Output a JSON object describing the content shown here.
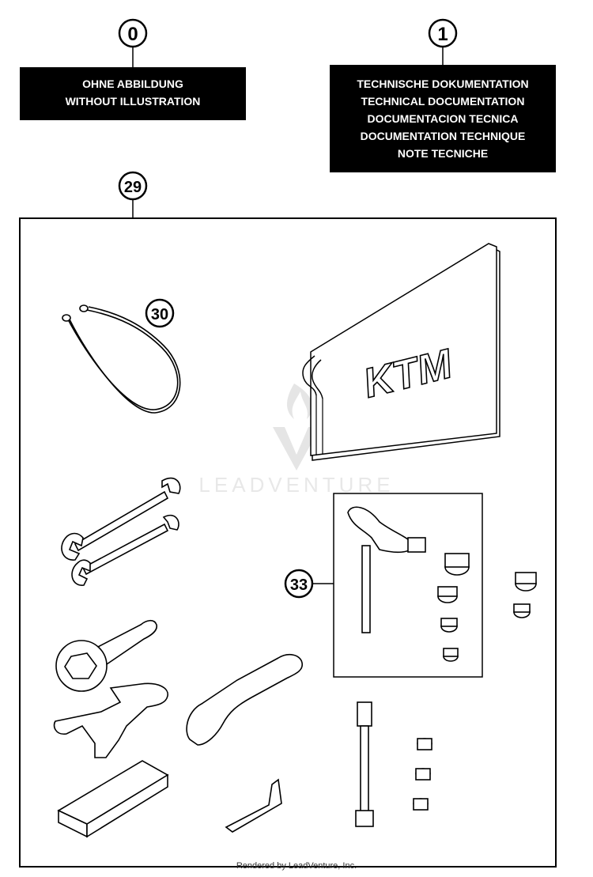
{
  "callouts": {
    "c0": "0",
    "c1": "1",
    "c29": "29",
    "c30": "30",
    "c33": "33"
  },
  "label_box_0": {
    "lines": [
      "OHNE ABBILDUNG",
      "WITHOUT ILLUSTRATION"
    ]
  },
  "label_box_1": {
    "lines": [
      "TECHNISCHE DOKUMENTATION",
      "TECHNICAL DOCUMENTATION",
      "DOCUMENTACION TECNICA",
      "DOCUMENTATION TECHNIQUE",
      "NOTE TECNICHE"
    ]
  },
  "bag_logo": "KTM",
  "watermark": "LEADVENTURE",
  "footer": "Rendered by LeadVenture, Inc."
}
